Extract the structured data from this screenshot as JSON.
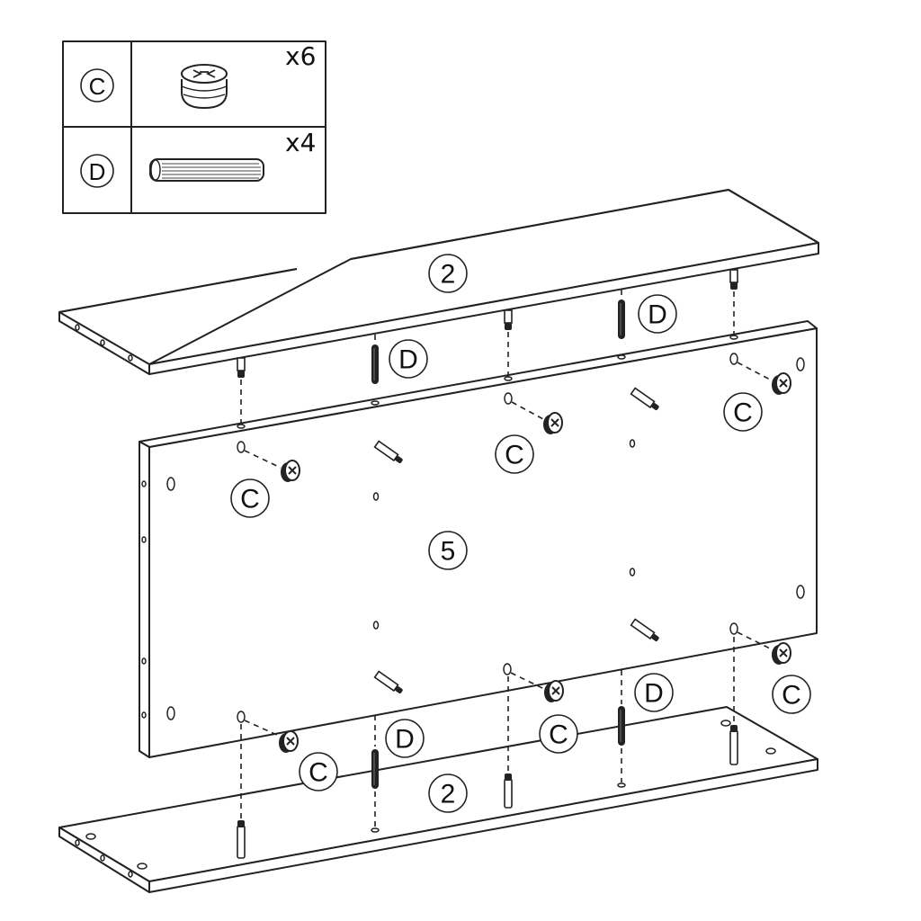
{
  "legend": {
    "rows": [
      {
        "id": "C",
        "part": "cam-lock-fitting",
        "quantity": "x6"
      },
      {
        "id": "D",
        "part": "wooden-dowel",
        "quantity": "x4"
      }
    ]
  },
  "panels": [
    {
      "id": "top-board",
      "label": "2"
    },
    {
      "id": "side-panel",
      "label": "5"
    },
    {
      "id": "bottom-board",
      "label": "2"
    }
  ],
  "callouts": {
    "c": "C",
    "d": "D"
  },
  "colors": {
    "line": "#222222",
    "background": "#ffffff"
  }
}
